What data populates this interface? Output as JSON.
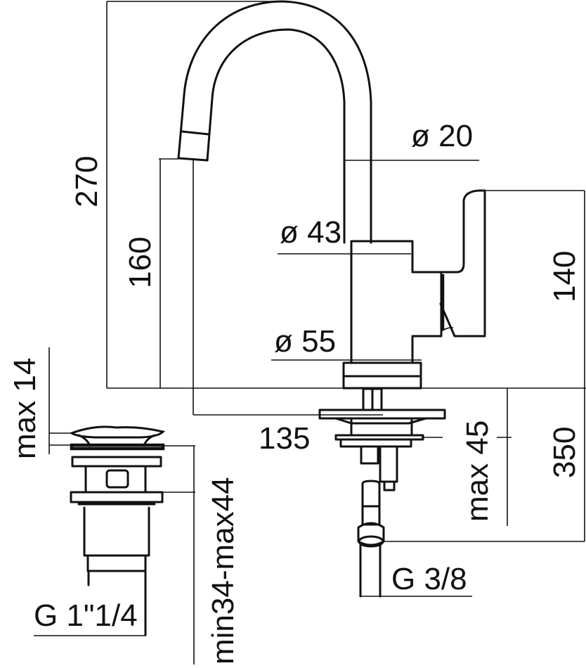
{
  "drawing": {
    "subject": "Single-lever basin mixer with swivel spout and pop-up waste",
    "units": "mm",
    "colors": {
      "line": "#111111",
      "background": "#ffffff"
    }
  },
  "dimensions": {
    "overall_height": "270",
    "spout_outlet_height": "160",
    "spout_diameter": "ø 20",
    "body_top_diameter": "ø 43",
    "base_diameter": "ø 55",
    "lever_height": "140",
    "spout_reach": "135",
    "max_deck_thickness": "max 45",
    "flex_hose_length": "350",
    "hose_connection": "G 3/8",
    "waste_max_cap_lift": "max 14",
    "waste_basin_range": "min34-max44",
    "waste_thread": "G 1\"1/4"
  }
}
